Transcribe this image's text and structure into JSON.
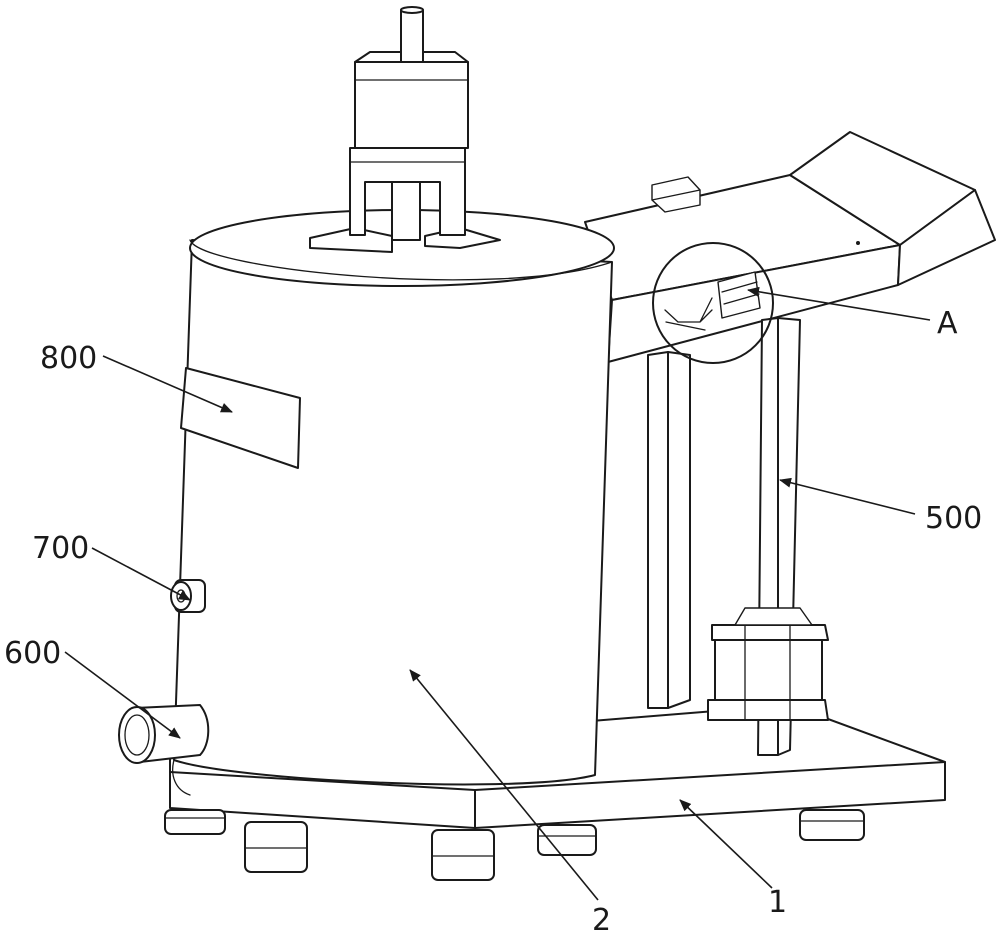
{
  "labels": {
    "label_800": "800",
    "label_700": "700",
    "label_600": "600",
    "label_A": "A",
    "label_500": "500",
    "label_2": "2",
    "label_1": "1"
  }
}
